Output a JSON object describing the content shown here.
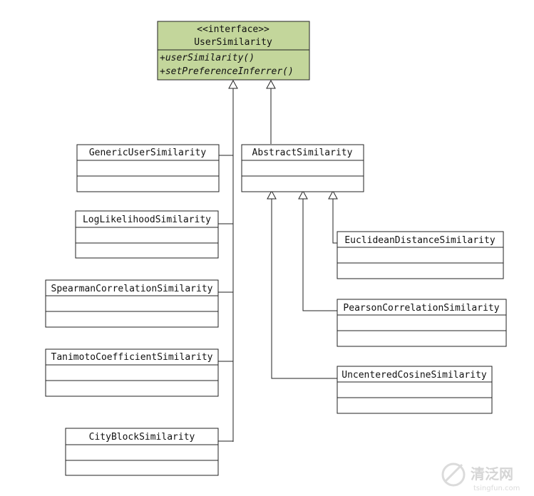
{
  "interface": {
    "stereotype": "<<interface>>",
    "name": "UserSimilarity",
    "methods": [
      "+userSimilarity()",
      "+setPreferenceInferrer()"
    ],
    "fill_color": "#c3d69b"
  },
  "abstract_class": {
    "name": "AbstractSimilarity"
  },
  "direct_implementations": [
    "GenericUserSimilarity",
    "LogLikelihoodSimilarity",
    "SpearmanCorrelationSimilarity",
    "TanimotoCoefficientSimilarity",
    "CityBlockSimilarity"
  ],
  "abstract_subclasses": [
    "EuclideanDistanceSimilarity",
    "PearsonCorrelationSimilarity",
    "UncenteredCosineSimilarity"
  ],
  "watermark": {
    "brand": "清泛网",
    "url": "tsingfun.com"
  }
}
